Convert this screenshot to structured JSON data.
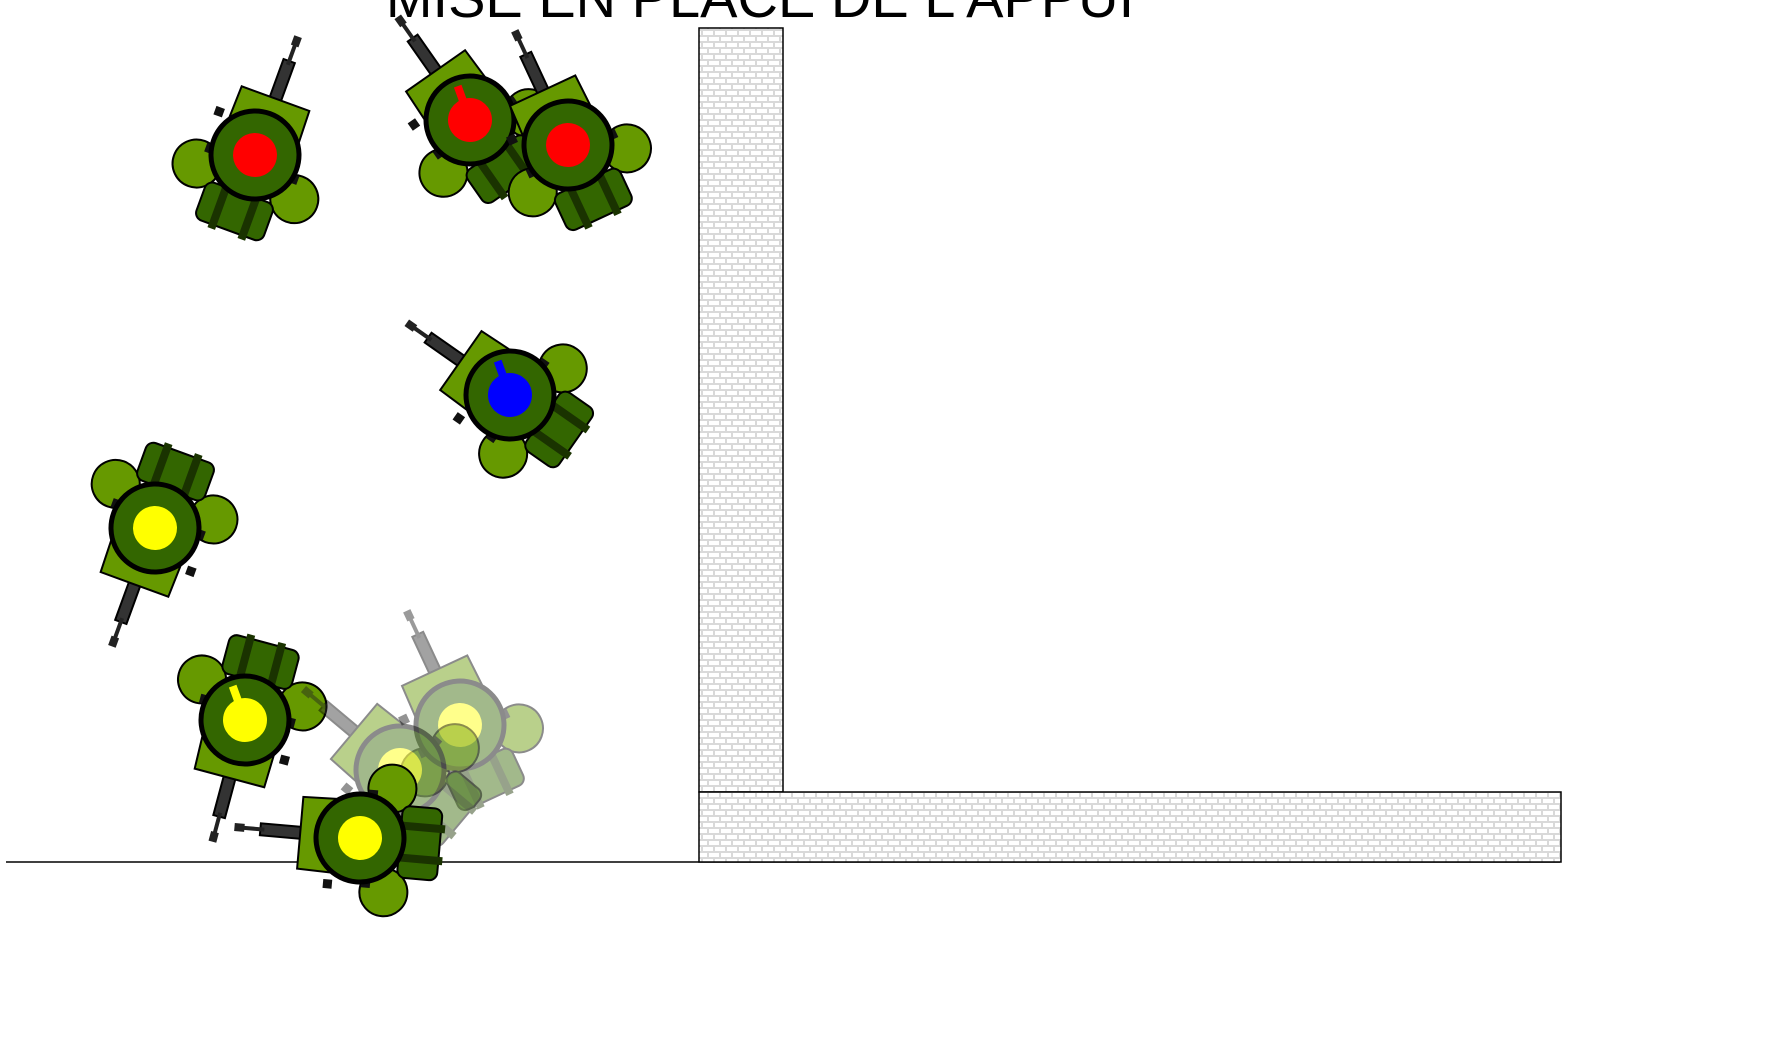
{
  "title": "MISE EN PLACE DE L'APPUI",
  "colors": {
    "background": "#ffffff",
    "soldier_light": "#669900",
    "soldier_dark": "#336600",
    "weapon": "#333333",
    "wall_fill": "#d9d9d9",
    "wall_brick": "#ffffff",
    "marker_red": "#ff0000",
    "marker_blue": "#0000ff",
    "marker_yellow": "#ffff00"
  },
  "soldiers": [
    {
      "id": "red-1",
      "marker": "red",
      "pointer": false,
      "faded": false
    },
    {
      "id": "red-2",
      "marker": "red",
      "pointer": true,
      "faded": false
    },
    {
      "id": "red-3",
      "marker": "red",
      "pointer": false,
      "faded": false
    },
    {
      "id": "blue-1",
      "marker": "blue",
      "pointer": true,
      "faded": false
    },
    {
      "id": "yellow-1",
      "marker": "yellow",
      "pointer": false,
      "faded": false
    },
    {
      "id": "yellow-2",
      "marker": "yellow",
      "pointer": true,
      "faded": false
    },
    {
      "id": "yellow-ghost-1",
      "marker": "yellow",
      "pointer": false,
      "faded": true
    },
    {
      "id": "yellow-ghost-2",
      "marker": "yellow",
      "pointer": false,
      "faded": true
    },
    {
      "id": "yellow-3",
      "marker": "yellow",
      "pointer": false,
      "faded": false
    }
  ],
  "walls": [
    {
      "id": "vertical-wall",
      "pattern": "brick"
    },
    {
      "id": "horizontal-wall",
      "pattern": "brick"
    }
  ]
}
